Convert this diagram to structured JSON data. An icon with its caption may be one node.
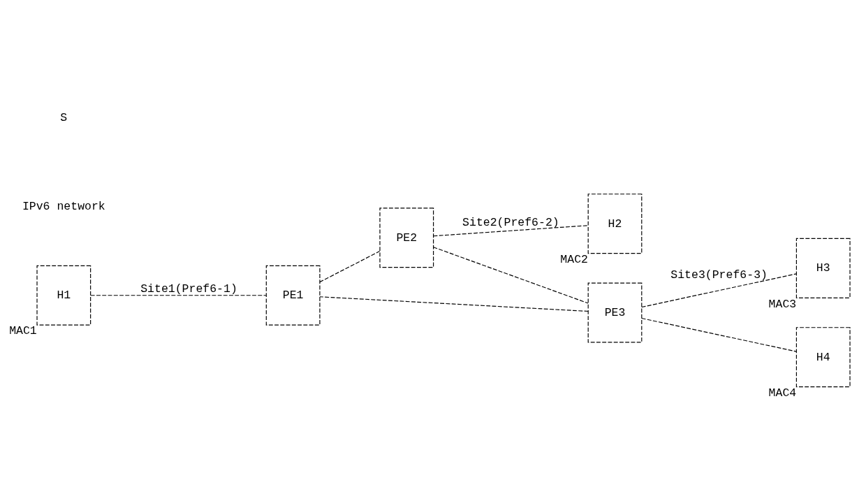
{
  "diagram": {
    "nodes": [
      {
        "text": [
          "H1"
        ],
        "beside": [
          "MAC1"
        ]
      },
      {
        "text": [
          "PE1"
        ]
      },
      {
        "text": [
          "PE2"
        ]
      },
      {
        "text": [
          "H2"
        ],
        "beside": [
          "MAC2"
        ]
      },
      {
        "text": [
          "H3"
        ],
        "beside": [
          "MAC3"
        ]
      },
      {
        "text": [
          "PE3"
        ]
      },
      {
        "text": [
          "H4"
        ],
        "beside": [
          "MAC4"
        ]
      }
    ],
    "edges": [
      {
        "from": 0,
        "to": 1,
        "arrow": "none",
        "label": "Site1(Pref6-1)"
      },
      {
        "from": 1,
        "to": 2,
        "arrow": "none"
      },
      {
        "from": 2,
        "to": 3,
        "arrow": "none",
        "label": "Site2(Pref6-2)"
      },
      {
        "from": 2,
        "to": 5,
        "arrow": "none"
      },
      {
        "from": 5,
        "to": 4,
        "arrow": "none",
        "label": "Site3(Pref6-3)"
      },
      {
        "from": 5,
        "to": 6,
        "arrow": "none"
      },
      {
        "from": 5,
        "to": 1,
        "arrow": "none"
      }
    ],
    "labels": [
      "IPv6 network",
      "S"
    ]
  }
}
